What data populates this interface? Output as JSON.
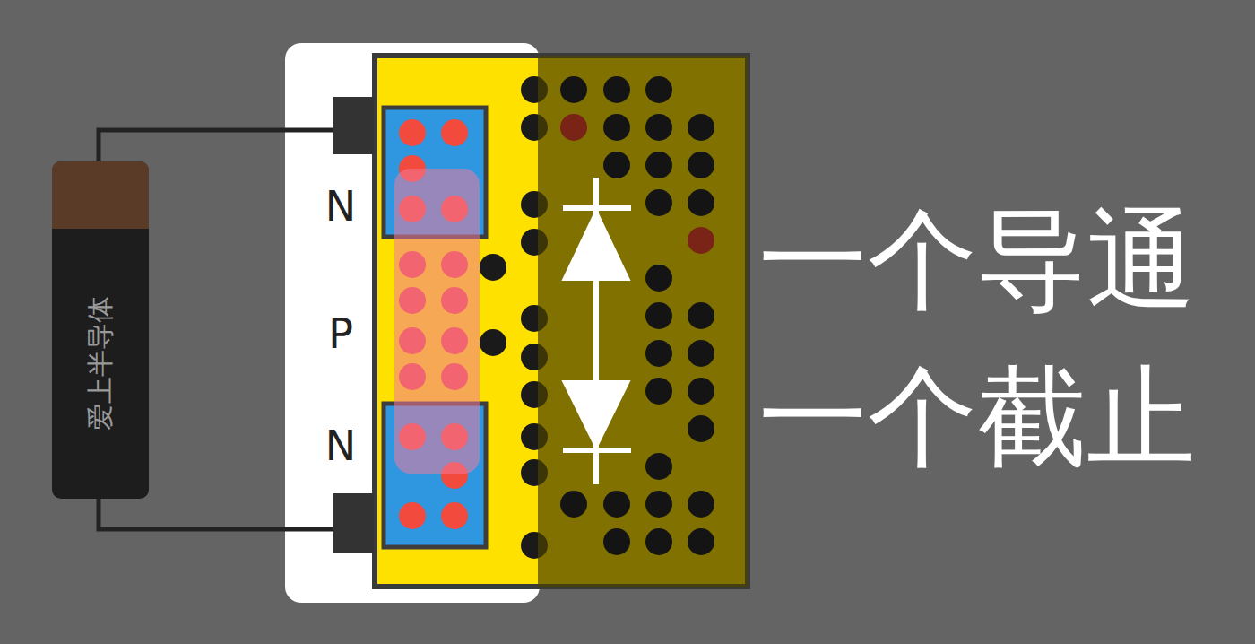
{
  "diagram": {
    "labels": [
      "N",
      "P",
      "N",
      "爱上半导体",
      "一个导通",
      "一个截止"
    ]
  }
}
